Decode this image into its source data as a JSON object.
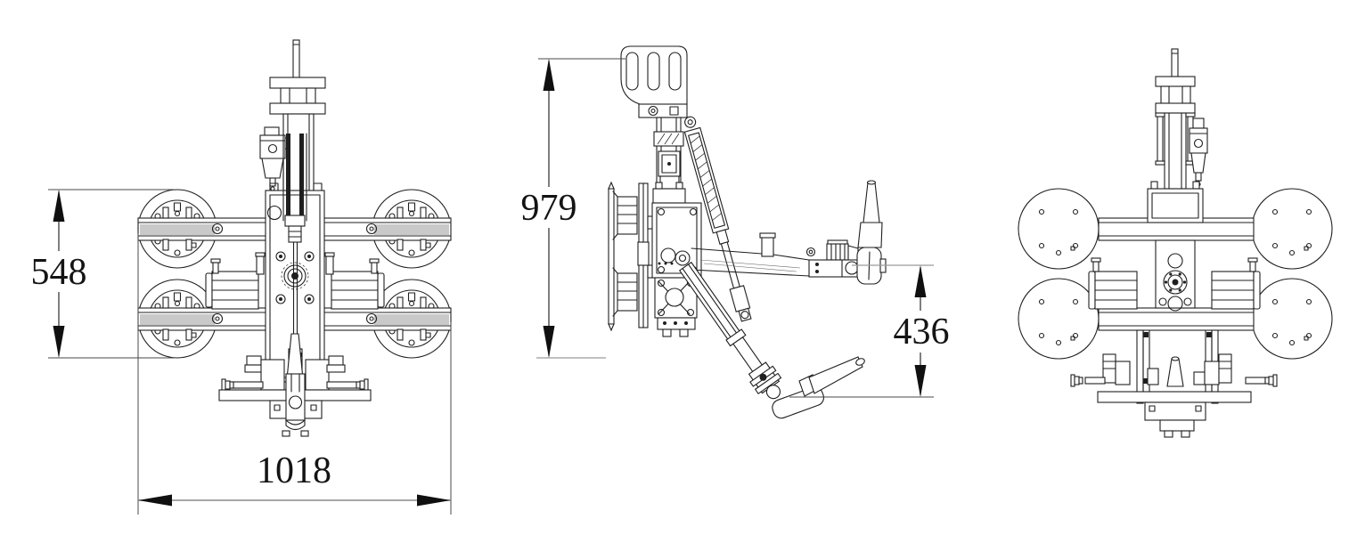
{
  "page": {
    "background": "#ffffff"
  },
  "drawing": {
    "subject": "vacuum-glass-lifter-three-view-technical-drawing",
    "line_color": "#1f1f1f",
    "dimension_line_color": "#8a8a8a",
    "dims": {
      "front_height": "548",
      "front_width": "1018",
      "side_height": "979",
      "side_drop": "436"
    }
  }
}
